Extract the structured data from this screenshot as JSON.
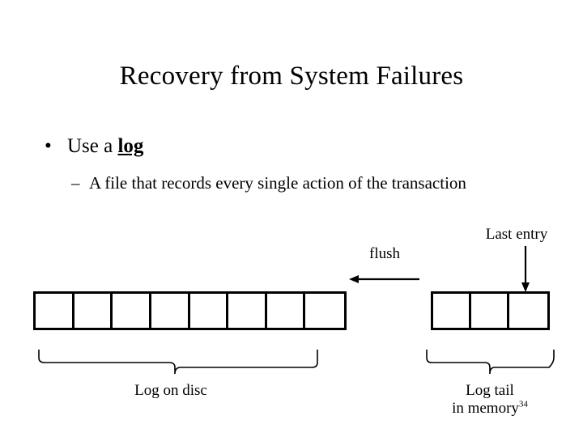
{
  "slide": {
    "title": "Recovery from System Failures",
    "page_number": "34",
    "background_color": "#ffffff",
    "ink_color": "#000000"
  },
  "bullets": {
    "level1": {
      "marker": "•",
      "text_before": "Use a ",
      "keyword": "log"
    },
    "level2": {
      "marker": "–",
      "text": "A file that records every single action of the transaction"
    }
  },
  "diagram": {
    "labels": {
      "flush": "flush",
      "last_entry": "Last entry",
      "log_on_disc": "Log on disc",
      "log_tail_line1": "Log tail",
      "log_tail_line2": "in memory"
    },
    "disc_log": {
      "name": "Log on disc",
      "cell_count": 8
    },
    "memory_log": {
      "name": "Log tail in memory",
      "cell_count": 3
    },
    "arrows": [
      {
        "name": "flush-arrow",
        "direction": "left"
      },
      {
        "name": "last-entry-arrow",
        "direction": "down"
      }
    ],
    "braces": [
      {
        "name": "disc-brace",
        "label": "Log on disc"
      },
      {
        "name": "memory-brace",
        "label": "Log tail in memory"
      }
    ]
  }
}
